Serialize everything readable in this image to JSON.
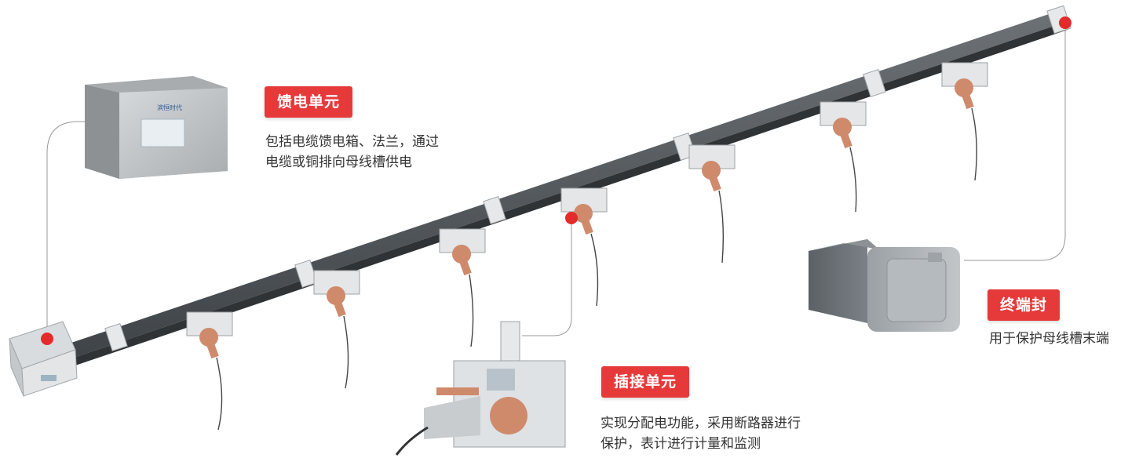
{
  "feeder_unit": {
    "title": "馈电单元",
    "desc_line1": "包括电缆馈电箱、法兰，通过",
    "desc_line2": "电缆或铜排向母线槽供电"
  },
  "plug_unit": {
    "title": "插接单元",
    "desc_line1": "实现分配电功能，采用断路器进行",
    "desc_line2": "保护，表计进行计量和监测"
  },
  "end_seal": {
    "title": "终端封",
    "desc_line1": "用于保护母线槽末端"
  },
  "feeder_box_logo": "滨恒时代",
  "colors": {
    "accent_red": "#e63a3a",
    "busbar": "#4a4f54",
    "copper": "#cf8a6c",
    "box_gray": "#b9bdbf"
  },
  "icons": [
    "feeder-box-icon",
    "busbar-icon",
    "plug-in-box-icon",
    "end-seal-motor-icon"
  ]
}
